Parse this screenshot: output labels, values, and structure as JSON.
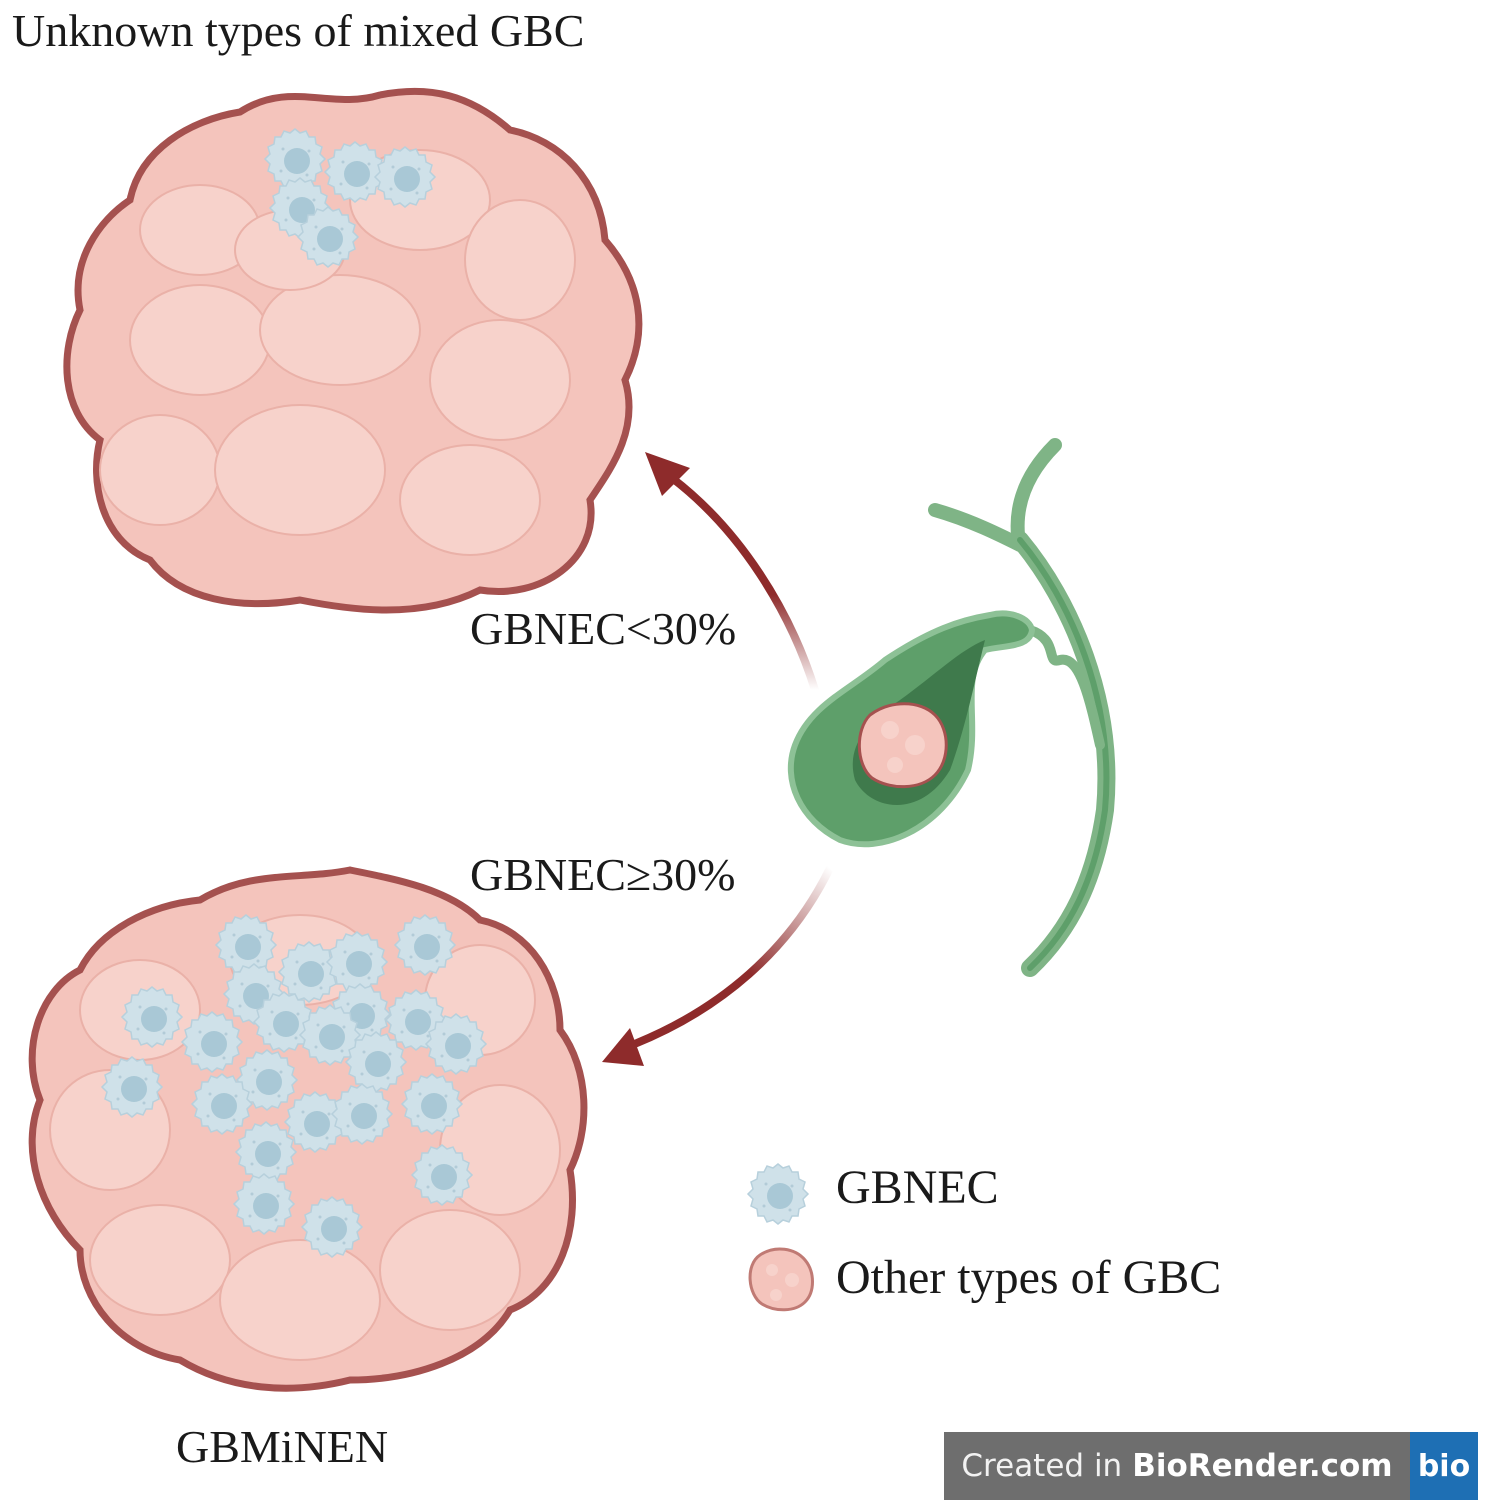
{
  "title": "Unknown types of mixed GBC",
  "arrow_up_label": "GBNEC<30%",
  "arrow_down_label": "GBNEC≥30%",
  "bottom_label": "GBMiNEN",
  "legend": {
    "gbnec": "GBNEC",
    "other": "Other types of GBC"
  },
  "badge": {
    "prefix": "Created in",
    "brand": "BioRender.com",
    "logo": "bio"
  },
  "colors": {
    "tumor_fill": "#f4c4bc",
    "tumor_outline": "#a5514f",
    "cell_fill": "#c9dde6",
    "cell_nucleus": "#a9c8d6",
    "gallbladder": "#5e9f6a",
    "arrow": "#8e2b2b",
    "badge_bg": "#6e6e6e",
    "badge_logo": "#1e6fb4"
  }
}
